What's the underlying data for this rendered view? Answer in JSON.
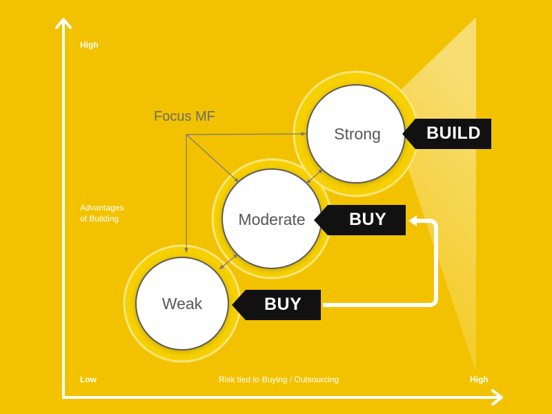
{
  "colors": {
    "background": "#f2c200",
    "axis": "#ffffff",
    "tag": "#111111",
    "connector": "#777777"
  },
  "axes": {
    "y_high": "High",
    "y_title": "Advantages\nof Building",
    "x_low": "Low",
    "x_title": "Risk tied to Buying / Outsourcing",
    "x_high": "High"
  },
  "focus_label": "Focus MF",
  "levels": [
    {
      "name": "Weak",
      "action": "BUY"
    },
    {
      "name": "Moderate",
      "action": "BUY"
    },
    {
      "name": "Strong",
      "action": "BUILD"
    }
  ]
}
